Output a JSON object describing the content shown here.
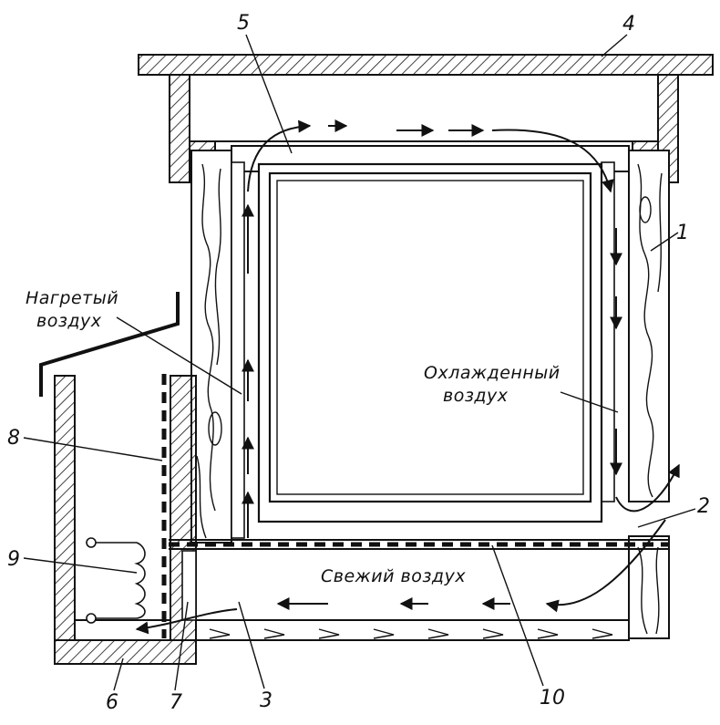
{
  "labels": {
    "heated_air_line1": "Нагретый",
    "heated_air_line2": "воздух",
    "cooled_air_line1": "Охлажденный",
    "cooled_air_line2": "воздух",
    "fresh_air": "Свежий воздух"
  },
  "callouts": [
    {
      "id": "1",
      "text": "1"
    },
    {
      "id": "2",
      "text": "2"
    },
    {
      "id": "3",
      "text": "3"
    },
    {
      "id": "4",
      "text": "4"
    },
    {
      "id": "5",
      "text": "5"
    },
    {
      "id": "6",
      "text": "6"
    },
    {
      "id": "7",
      "text": "7"
    },
    {
      "id": "8",
      "text": "8"
    },
    {
      "id": "9",
      "text": "9"
    },
    {
      "id": "10",
      "text": "10"
    }
  ],
  "colors": {
    "ink": "#111111",
    "paper": "#ffffff"
  }
}
